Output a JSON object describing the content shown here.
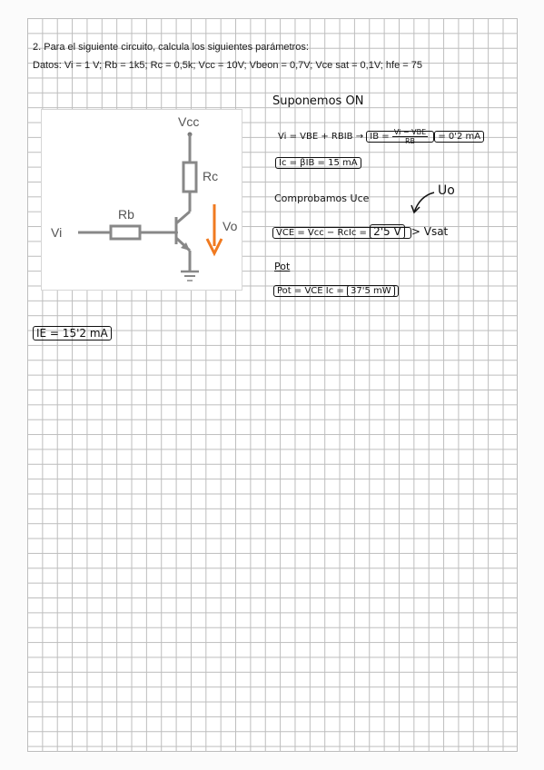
{
  "problem": {
    "line1": "2. Para el siguiente circuito, calcula los siguientes parámetros:",
    "line2": "Datos: Vi = 1 V; Rb = 1k5; Rc = 0,5k; Vcc = 10V; Vbeon = 0,7V; Vce sat = 0,1V; hfe = 75"
  },
  "circuit": {
    "vcc": "Vcc",
    "rc": "Rc",
    "rb": "Rb",
    "vi": "Vi",
    "vo": "Vo",
    "colors": {
      "wire": "#888888",
      "arrow": "#f07a20"
    }
  },
  "notes": {
    "suponemos": "Suponemos ON",
    "eq1_left": "Vi = VBE + RBIB",
    "eq1_ib": "IB =",
    "eq1_num": "Vi − VBE",
    "eq1_den": "RB",
    "eq1_result": "= 0'2 mA",
    "eq2": "Ic = βIB = 15 mA",
    "comprobamos": "Comprobamos Uce",
    "uo_label": "Uo",
    "eq3": "VCE = Vcc − RcIc =",
    "eq3_result": "2'5 V",
    "eq3_compare": "> Vsat",
    "pot_heading": "Pot",
    "eq4": "Pot = VCE Ic =",
    "eq4_result": "37'5 mW",
    "ie": "IE = 15'2 mA"
  }
}
